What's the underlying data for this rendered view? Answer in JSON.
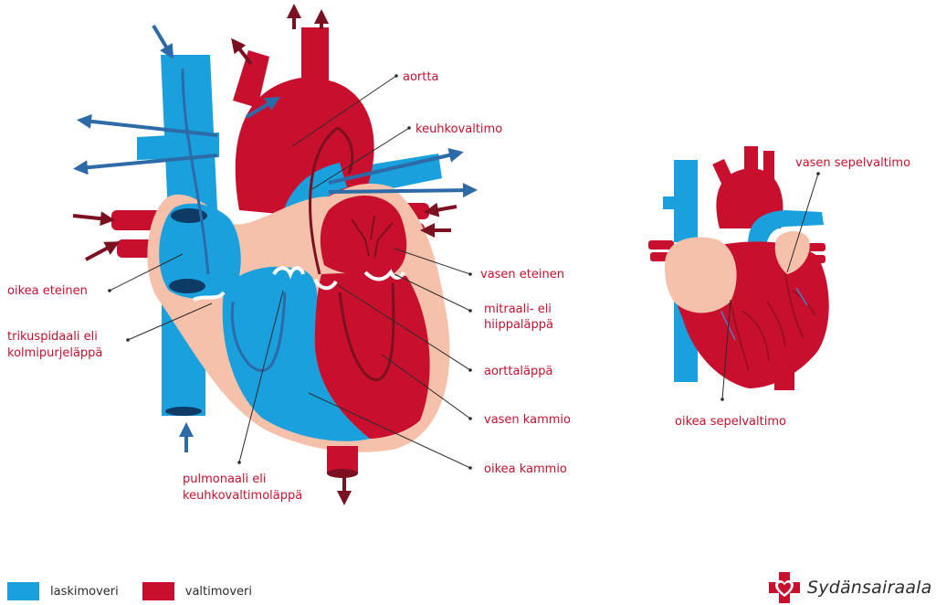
{
  "colors": {
    "vein_blue": "#1aa0dc",
    "artery_red": "#c8102e",
    "arrow_blue": "#2d6aa8",
    "arrow_red": "#7a1020",
    "tissue_pink": "#f6c1aa",
    "dark_red": "#8c1020"
  },
  "labels": {
    "aortta": "aortta",
    "keuhkovaltimo": "keuhkovaltimo",
    "vasen_eteinen": "vasen eteinen",
    "mitraali_1": "mitraali- eli",
    "mitraali_2": "hiippaläppä",
    "aorttalappa": "aorttaläppä",
    "vasen_kammio": "vasen kammio",
    "oikea_kammio": "oikea kammio",
    "oikea_eteinen": "oikea eteinen",
    "trikuspidaali_1": "trikuspidaali eli",
    "trikuspidaali_2": "kolmipurjeläppä",
    "pulmonaali_1": "pulmonaali eli",
    "pulmonaali_2": "keuhkovaltimoläppä",
    "vasen_sepelvaltimo": "vasen sepelvaltimo",
    "oikea_sepelvaltimo": "oikea sepelvaltimo"
  },
  "legend": {
    "vein": "laskimoveri",
    "artery": "valtimoveri"
  },
  "brand": {
    "name": "Sydänsairaala"
  }
}
